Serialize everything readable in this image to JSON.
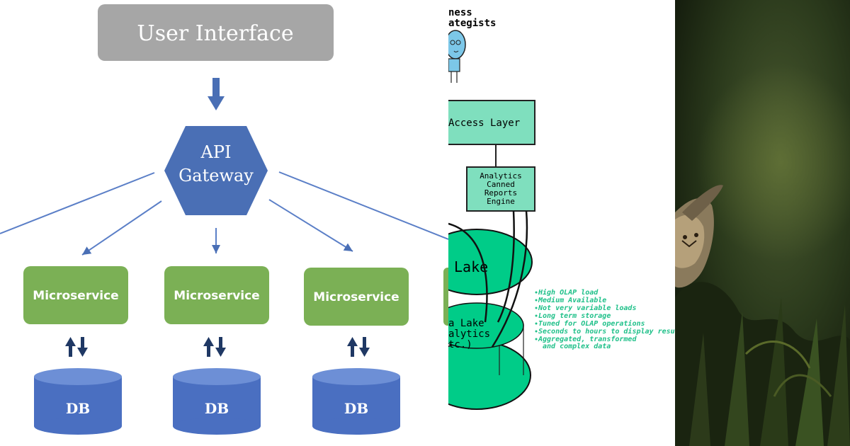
{
  "architecture": {
    "user_interface": "User Interface",
    "gateway_line1": "API",
    "gateway_line2": "Gateway",
    "microservices": [
      "Microservice",
      "Microservice",
      "Microservice"
    ],
    "databases": [
      "DB",
      "DB",
      "DB"
    ],
    "colors": {
      "ui_box": "#a6a6a6",
      "gateway": "#4a6fb5",
      "microservice": "#7bb055",
      "db": "#4a6fc1",
      "arrow": "#4a6fb5",
      "db_arrow": "#1f3864"
    }
  },
  "data_lake": {
    "persona_line1": "ness",
    "persona_line2": "ategists",
    "access_layer": "Access Layer",
    "engine": [
      "Analytics",
      "Canned",
      "Reports",
      "Engine"
    ],
    "lake_label": "Lake",
    "inner_lake": [
      "a Lake",
      "alytics",
      "tc.)"
    ],
    "notes": [
      "High OLAP load",
      "Medium Available",
      "Not very variable loads",
      "Long term storage",
      "Tuned for OLAP operations",
      "Seconds to hours to display results",
      "Aggregated, transformed",
      "and complex data"
    ],
    "colors": {
      "teal": "#7fdfbe",
      "green": "#00cc88",
      "note": "#1fc089"
    }
  },
  "photo": {
    "description_icon": "cheetah-cub-in-grass-image"
  }
}
